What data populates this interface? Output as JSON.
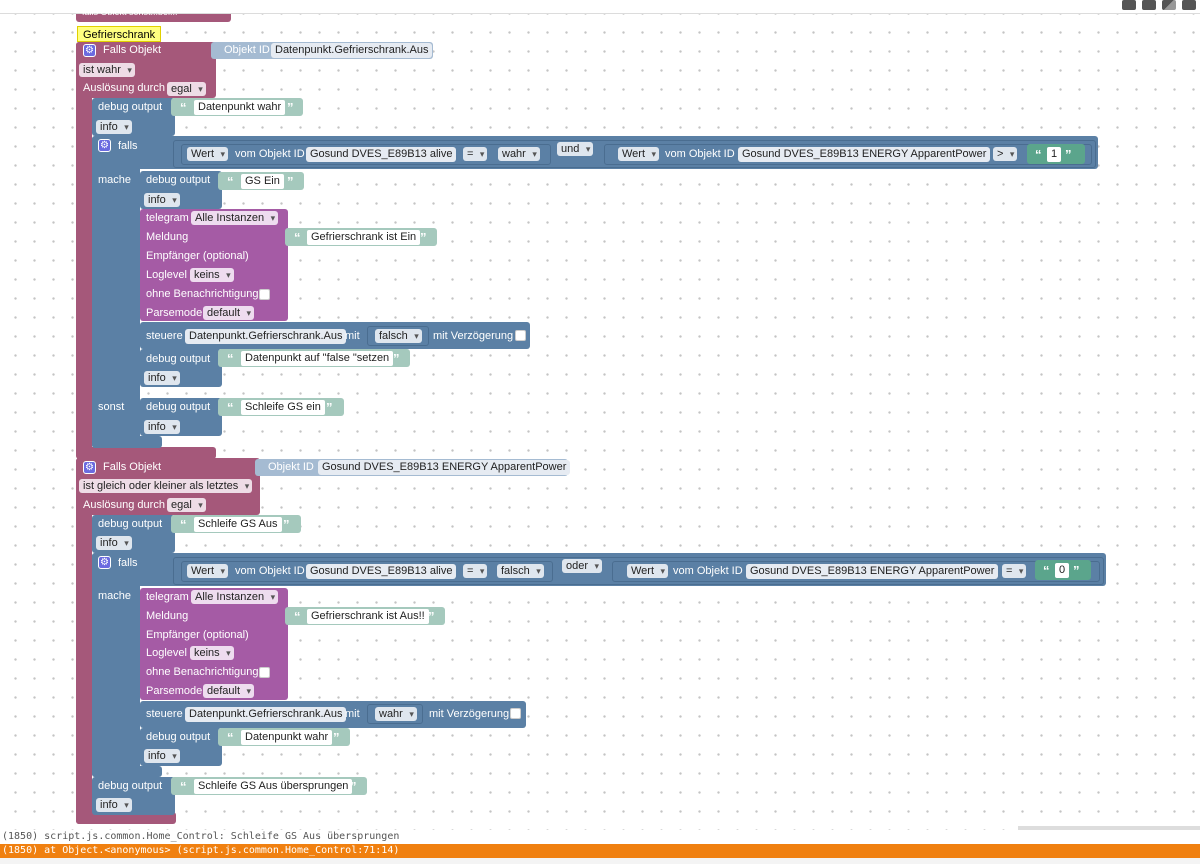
{
  "comment_label": "Gefrierschrank",
  "top_stub_label": "falls Objekt sonst...bei...",
  "kw": {
    "falls_objekt": "Falls Objekt",
    "objekt_id": "Objekt ID",
    "ausloesung": "Auslösung durch",
    "debug_output": "debug output",
    "falls": "falls",
    "mache": "mache",
    "sonst": "sonst",
    "wert": "Wert",
    "vom_objekt_id": "vom Objekt ID",
    "telegram": "telegram",
    "meldung": "Meldung",
    "empfaenger": "Empfänger (optional)",
    "loglevel": "Loglevel",
    "ohne_benachrichtigung": "ohne Benachrichtigung",
    "parsemode": "Parsemode",
    "steuere": "steuere",
    "mit": "mit",
    "mit_verzoegerung": "mit Verzögerung",
    "info": "info",
    "egal": "egal",
    "alle_instanzen": "Alle Instanzen",
    "keins": "keins",
    "default": "default",
    "eq": "=",
    "gt": ">",
    "und": "und",
    "oder": "oder"
  },
  "block1": {
    "object_id": "Datenpunkt.Gefrierschrank.Aus",
    "condition": "ist wahr",
    "debug1_text": "Datenpunkt wahr",
    "alive_id": "Gosund DVES_E89B13 alive",
    "alive_value": "wahr",
    "power_id": "Gosund DVES_E89B13 ENERGY  ApparentPower",
    "power_threshold": "1",
    "mache_debug_text": "GS Ein",
    "telegram_message": "Gefrierschrank ist Ein",
    "steuere_id": "Datenpunkt.Gefrierschrank.Aus",
    "steuere_value": "falsch",
    "debug3_text": "Datenpunkt auf \"false \"setzen",
    "sonst_debug_text": "Schleife GS ein"
  },
  "block2": {
    "object_id": "Gosund DVES_E89B13 ENERGY  ApparentPower",
    "condition": "ist gleich oder kleiner als letztes",
    "debug1_text": "Schleife GS Aus",
    "alive_id": "Gosund DVES_E89B13 alive",
    "alive_value": "falsch",
    "power_id": "Gosund DVES_E89B13 ENERGY  ApparentPower",
    "power_value": "0",
    "telegram_message": "Gefrierschrank ist Aus!!",
    "steuere_id": "Datenpunkt.Gefrierschrank.Aus",
    "steuere_value": "wahr",
    "debug3_text": "Datenpunkt wahr",
    "after_debug_text": "Schleife GS Aus übersprungen"
  },
  "console": {
    "line1": "(1850) script.js.common.Home_Control: Schleife GS Aus übersprungen",
    "line2": "(1850) at Object.<anonymous> (script.js.common.Home_Control:71:14)"
  },
  "colors": {
    "event_block": "#a5587a",
    "logic_block": "#5b80a5",
    "telegram_block": "#a55ba5",
    "text_block": "#a5c9bd",
    "number_block": "#5ba58c",
    "comment_bubble": "#ffff80",
    "console_error_bar": "#f08010"
  }
}
